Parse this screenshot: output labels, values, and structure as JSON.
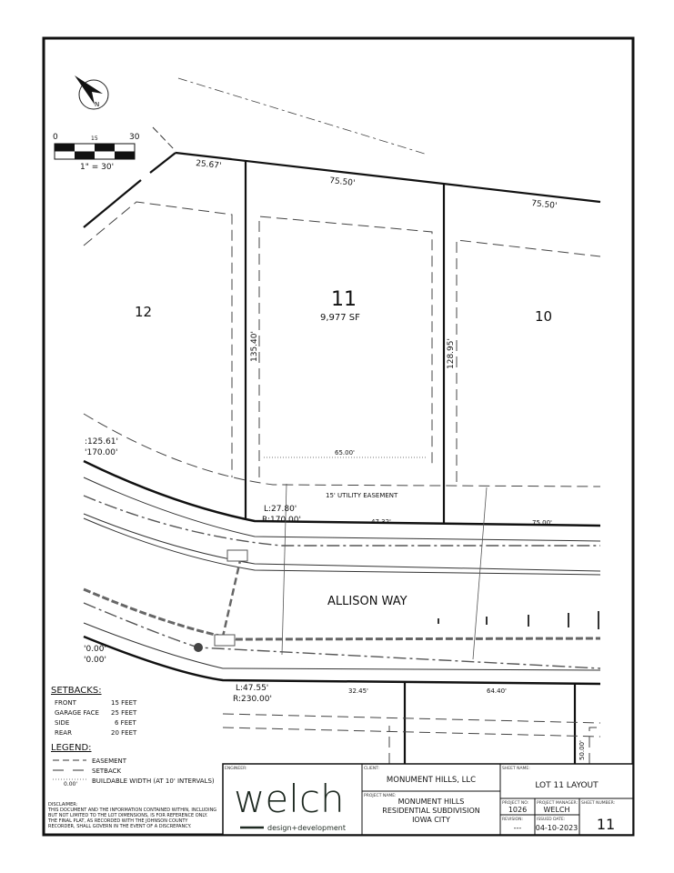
{
  "scale": {
    "ticks": [
      "0",
      "15",
      "30"
    ],
    "ratio": "1\" = 30'"
  },
  "north_arrow": {
    "icon": "north-arrow-icon",
    "letter": "N"
  },
  "lots": [
    {
      "number": "12"
    },
    {
      "number": "11",
      "area": "9,977 SF"
    },
    {
      "number": "10"
    }
  ],
  "dimensions": {
    "top_left": "25.67'",
    "top_lot11": "75.50'",
    "top_lot10": "75.50'",
    "side_left": "135.40'",
    "side_right": "128.95'",
    "buildable_width": "65.00'",
    "curve_left_l": ":125.61'",
    "curve_left_r": "'170.00'",
    "arc1_l": "L:27.80'",
    "arc1_r": "R:170.00'",
    "front_lot11": "47.32'",
    "front_lot10": "75.00'",
    "curve2_left_a": "'0.00'",
    "curve2_left_b": "'0.00'",
    "arc2_l": "L:47.55'",
    "arc2_r": "R:230.00'",
    "south_a": "32.45'",
    "south_b": "64.40'",
    "south_side": "50.00'"
  },
  "easement_label": "15' UTILITY EASEMENT",
  "street_name": "ALLISON WAY",
  "setbacks": {
    "title": "SETBACKS:",
    "rows": [
      {
        "label": "FRONT",
        "value": "15 FEET"
      },
      {
        "label": "GARAGE FACE",
        "value": "25 FEET"
      },
      {
        "label": "SIDE",
        "value": "6 FEET"
      },
      {
        "label": "REAR",
        "value": "20 FEET"
      }
    ]
  },
  "legend": {
    "title": "LEGEND:",
    "items": [
      {
        "label": "EASEMENT"
      },
      {
        "label": "SETBACK"
      },
      {
        "label": "BUILDABLE WIDTH (AT 10' INTERVALS)",
        "sample": "0.00'"
      }
    ]
  },
  "disclaimer": {
    "title": "DISCLAIMER:",
    "lines": [
      "THIS DOCUMENT AND THE INFORMATION CONTAINED WITHIN, INCLUDING",
      "BUT NOT LIMITED TO THE LOT DIMENSIONS, IS FOR REFERENCE ONLY.",
      "THE FINAL PLAT, AS RECORDED WITH THE JOHNSON COUNTY",
      "RECORDER, SHALL GOVERN IN THE EVENT OF A DISCREPANCY."
    ]
  },
  "title_block": {
    "engineer_label": "ENGINEER:",
    "logo_word": "welch",
    "logo_tagline": "design+development",
    "client_label": "CLIENT:",
    "client": "MONUMENT HILLS, LLC",
    "project_name_label": "PROJECT NAME:",
    "project_name": [
      "MONUMENT HILLS",
      "RESIDENTIAL SUBDIVISION",
      "IOWA CITY"
    ],
    "sheet_name_label": "SHEET NAME:",
    "sheet_name": "LOT 11 LAYOUT",
    "project_no_label": "PROJECT NO:",
    "project_no": "1026",
    "project_manager_label": "PROJECT MANAGER:",
    "project_manager": "WELCH",
    "sheet_number_label": "SHEET NUMBER:",
    "sheet_number": "11",
    "revision_label": "REVISION:",
    "revision": "---",
    "issued_date_label": "ISSUED DATE:",
    "issued_date": "04-10-2023"
  },
  "colors": {
    "logo": "#1f2a22",
    "line": "#111111",
    "dash": "#555555"
  }
}
